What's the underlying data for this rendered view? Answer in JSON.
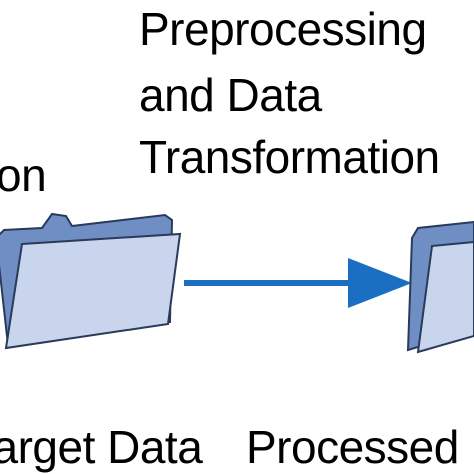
{
  "step": {
    "title_lines": [
      "Preprocessing",
      "and Data",
      "Transformation"
    ]
  },
  "left_step_label_fragment": "on",
  "folders": {
    "left_label": "Target Data",
    "right_label": "Processed Data"
  },
  "icons": {
    "left_folder": "folder-icon",
    "right_folder": "folder-icon",
    "arrow": "arrow-right-icon"
  },
  "colors": {
    "folder_back": "#6f8fc4",
    "folder_front": "#c9d5ec",
    "folder_outline": "#2a3a5a",
    "arrow": "#1a6fc2",
    "text": "#000000"
  }
}
